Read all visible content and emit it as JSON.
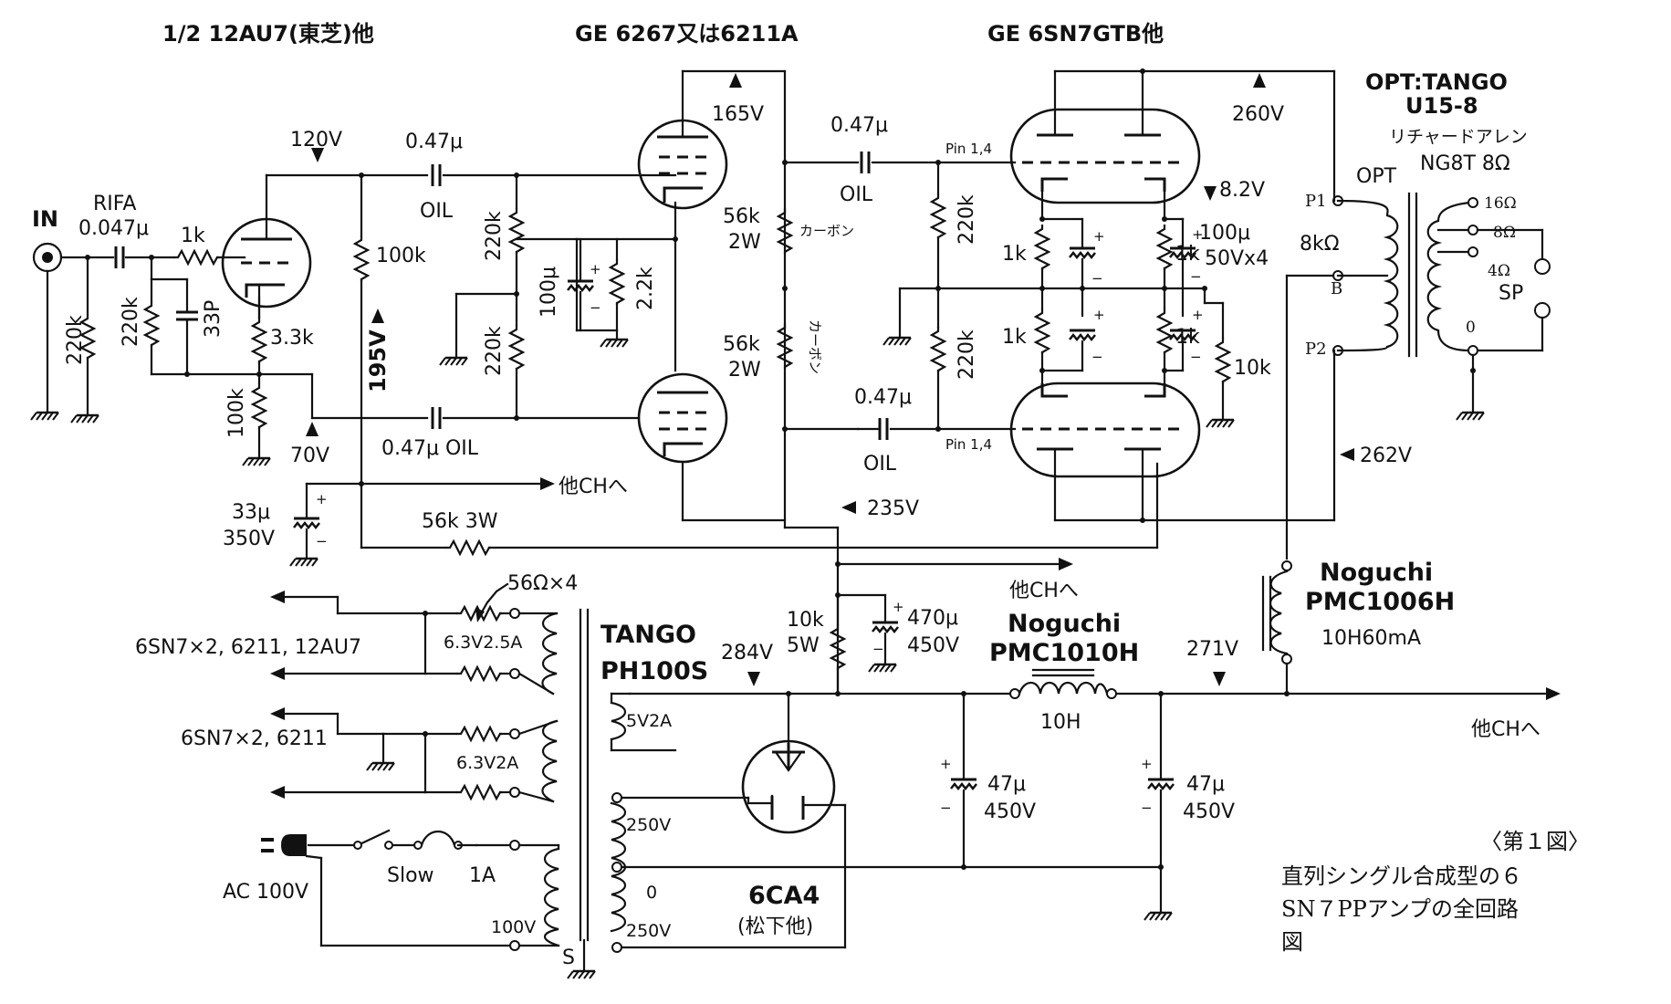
{
  "headers": {
    "tube1": "1/2 12AU7(東芝)他",
    "tube2": "GE 6267又は6211A",
    "tube3": "GE 6SN7GTB他"
  },
  "labels": {
    "in": "IN",
    "rifa": "RIFA",
    "c_in": "0.047μ",
    "r_grid": "1k",
    "r_in": "220k",
    "r_a": "220k",
    "c_33p": "33P",
    "r_k": "3.3k",
    "r_fb": "100k",
    "v120": "120V",
    "r_plate": "100k",
    "v195": "195V",
    "v70": "70V",
    "c1_val": "0.47μ",
    "c1_type": "OIL",
    "c2": "0.47μ OIL",
    "r_g2a": "220k",
    "r_g2b": "220k",
    "c_100u": "100μ",
    "r_22k": "2.2k",
    "v165": "165V",
    "r56a_val": "56k",
    "r56a_w": "2W",
    "carbon1": "カーボン",
    "r56b_val": "56k",
    "r56b_w": "2W",
    "carbon2": "カーボン",
    "c3_val": "0.47μ",
    "c3_type": "OIL",
    "c4_val": "0.47μ",
    "c4_type": "OIL",
    "pin_top": "Pin 1,4",
    "pin_bot": "Pin 1,4",
    "r_g3a": "220k",
    "r_g3b": "220k",
    "r_k1": "1k",
    "r_k2": "1k",
    "r_k3": "1k",
    "r_k4": "1k",
    "v8_2": "8.2V",
    "c_k_val": "100μ",
    "c_k_type": "50Vx4",
    "r_10k": "10k",
    "v260": "260V",
    "v262": "262V",
    "v235": "235V",
    "opt_title1": "OPT:TANGO",
    "opt_title2": "U15-8",
    "opt_alt1": "リチャードアレン",
    "opt_alt2": "NG8T 8Ω",
    "opt": "OPT",
    "p1": "P1",
    "b": "B",
    "p2": "P2",
    "z8k": "8kΩ",
    "t16": "16Ω",
    "t8": "8Ω",
    "t4": "4Ω",
    "t0": "0",
    "sp": "SP",
    "c33_val": "33μ",
    "c33_v": "350V",
    "r56k3w": "56k 3W",
    "other_ch1": "他CHへ",
    "other_ch2": "他CHへ",
    "other_ch3": "他CHへ",
    "r_56ohm": "56Ω×4",
    "heat1": "6SN7×2, 6211, 12AU7",
    "heat2": "6SN7×2, 6211",
    "h63_25": "6.3V2.5A",
    "h63_2": "6.3V2A",
    "pt1": "TANGO",
    "pt2": "PH100S",
    "v5": "5V2A",
    "v250a": "250V",
    "v0": "0",
    "v250b": "250V",
    "v100": "100V",
    "s": "S",
    "slow": "Slow",
    "fuse": "1A",
    "ac": "AC 100V",
    "v284": "284V",
    "rect": "6CA4",
    "rect_mfr": "(松下他)",
    "r10k_val": "10k",
    "r10k_w": "5W",
    "c470_val": "470μ",
    "c470_v": "450V",
    "ch1_a": "Noguchi",
    "ch1_b": "PMC1010H",
    "ch1_h": "10H",
    "ch2_a": "Noguchi",
    "ch2_b": "PMC1006H",
    "ch2_h": "10H60mA",
    "v271": "271V",
    "c47a_val": "47μ",
    "c47a_v": "450V",
    "c47b_val": "47μ",
    "c47b_v": "450V"
  },
  "caption": {
    "fig": "〈第１図〉",
    "line1": "直列シングル合成型の６",
    "line2": "SN７PPアンプの全回路",
    "line3": "図"
  }
}
